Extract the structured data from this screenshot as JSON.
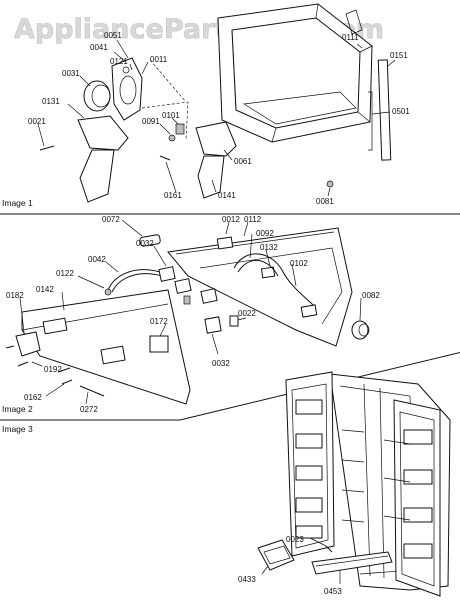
{
  "watermark": "AppliancePartsPros.com",
  "sections": [
    {
      "label": "Image 1"
    },
    {
      "label": "Image 2"
    },
    {
      "label": "Image 3"
    }
  ],
  "parts": {
    "p0051": "0051",
    "p0041": "0041",
    "p0121a": "0121",
    "p0011": "0011",
    "p0031": "0031",
    "p0131": "0131",
    "p0021": "0021",
    "p0091": "0091",
    "p0101": "0101",
    "p0111": "0111",
    "p0151": "0151",
    "p0501": "0501",
    "p0061": "0061",
    "p0161": "0161",
    "p0141": "0141",
    "p0081": "0081",
    "p0072": "0072",
    "p0012": "0012",
    "p0112": "0112",
    "p0092": "0092",
    "p0132": "0132",
    "p0032a": "0032",
    "p0042": "0042",
    "p0122": "0122",
    "p0102": "0102",
    "p0082": "0082",
    "p0182": "0182",
    "p0142": "0142",
    "p0172": "0172",
    "p0022": "0022",
    "p0192": "0192",
    "p0032b": "0032",
    "p0162": "0162",
    "p0272": "0272",
    "p0023": "0023",
    "p0433": "0433",
    "p0453": "0453"
  }
}
